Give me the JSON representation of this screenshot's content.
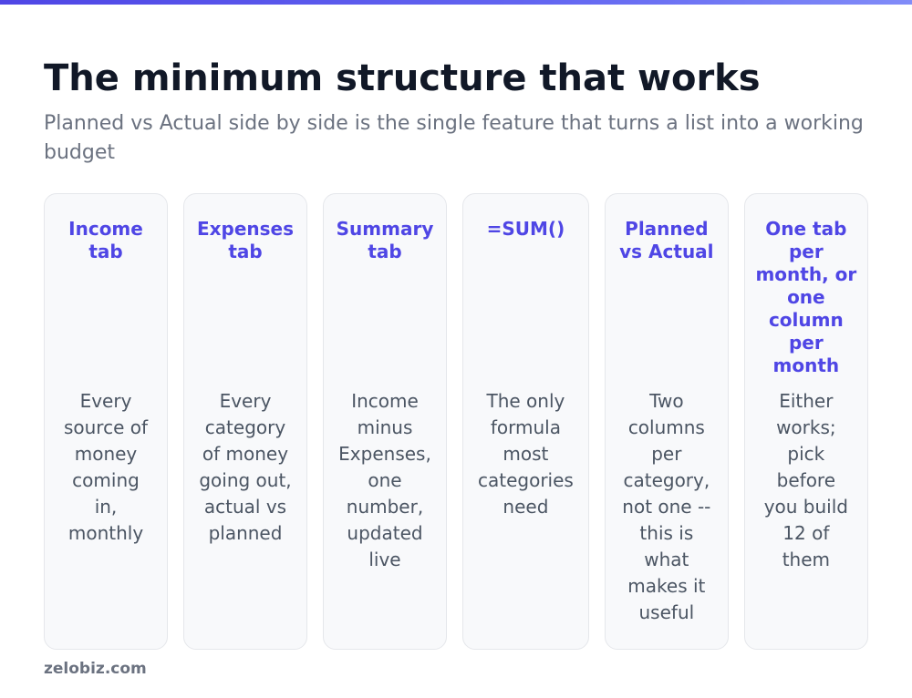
{
  "header": {
    "title": "The minimum structure that works",
    "subtitle": "Planned vs Actual side by side is the single feature that turns a list into a working budget"
  },
  "cards": [
    {
      "title": "Income tab",
      "body": "Every source of money coming in, monthly"
    },
    {
      "title": "Expenses tab",
      "body": "Every category of money going out, actual vs planned"
    },
    {
      "title": "Summary tab",
      "body": "Income minus Expenses, one number, updated live"
    },
    {
      "title": "=SUM()",
      "body": "The only formula most categories need"
    },
    {
      "title": "Planned vs Actual",
      "body": "Two columns per category, not one -- this is what makes it useful"
    },
    {
      "title": "One tab per month, or one column per month",
      "body": "Either works; pick before you build 12 of them"
    }
  ],
  "footer": {
    "brand": "zelobiz.com"
  },
  "colors": {
    "accent": "#4f46e5",
    "title": "#111827",
    "muted": "#6b7280",
    "card_bg": "#f8f9fb",
    "card_border": "#e5e7eb"
  }
}
